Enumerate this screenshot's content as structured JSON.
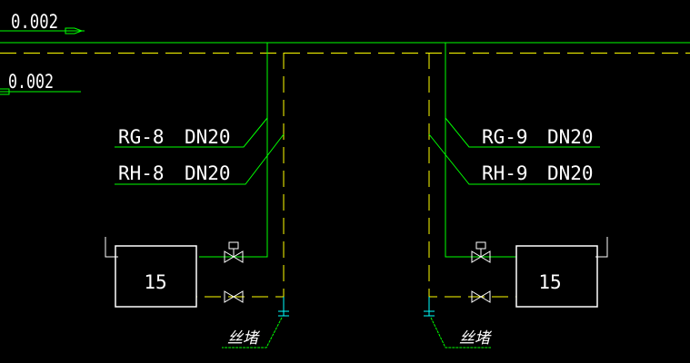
{
  "elevations": [
    "0.002",
    "0.002"
  ],
  "left": {
    "supply_label": "RG-8",
    "supply_size": "DN20",
    "return_label": "RH-8",
    "return_size": "DN20",
    "unit_number": "15",
    "plug_label": "丝堵"
  },
  "right": {
    "supply_label": "RG-9",
    "supply_size": "DN20",
    "return_label": "RH-9",
    "return_size": "DN20",
    "unit_number": "15",
    "plug_label": "丝堵"
  },
  "colors": {
    "supply": "#00ff00",
    "return": "#ffff00",
    "plug": "#00ffff",
    "outline": "#ffffff",
    "background": "#000000"
  }
}
